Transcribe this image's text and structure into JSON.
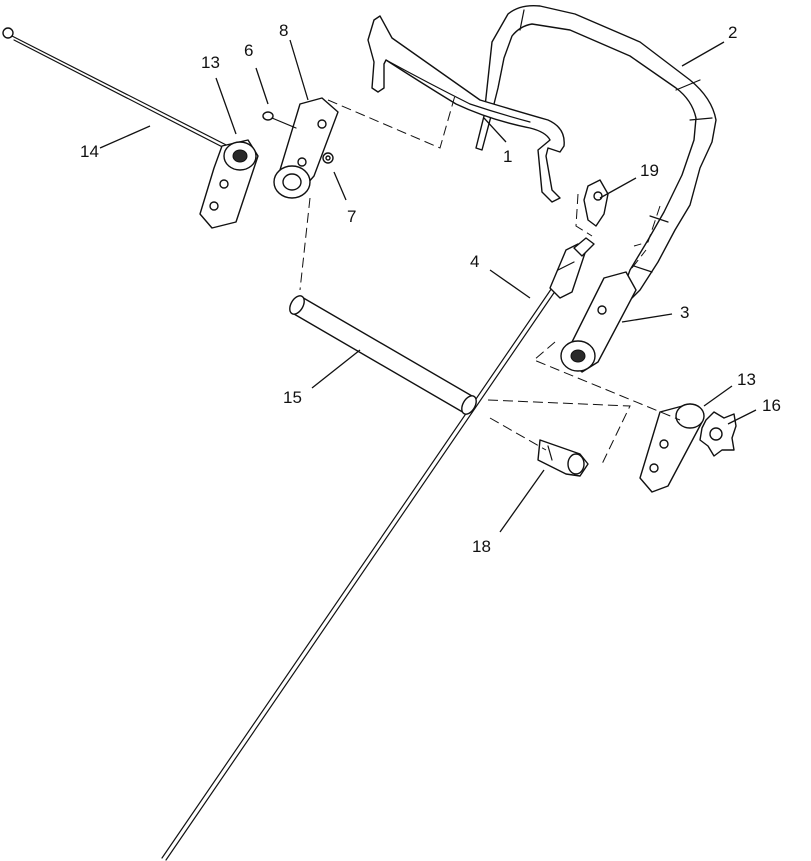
{
  "callouts": {
    "c1": "1",
    "c2": "2",
    "c3": "3",
    "c4": "4",
    "c6": "6",
    "c7": "7",
    "c8": "8",
    "c13a": "13",
    "c13b": "13",
    "c14": "14",
    "c15": "15",
    "c16": "16",
    "c18": "18",
    "c19": "19"
  }
}
